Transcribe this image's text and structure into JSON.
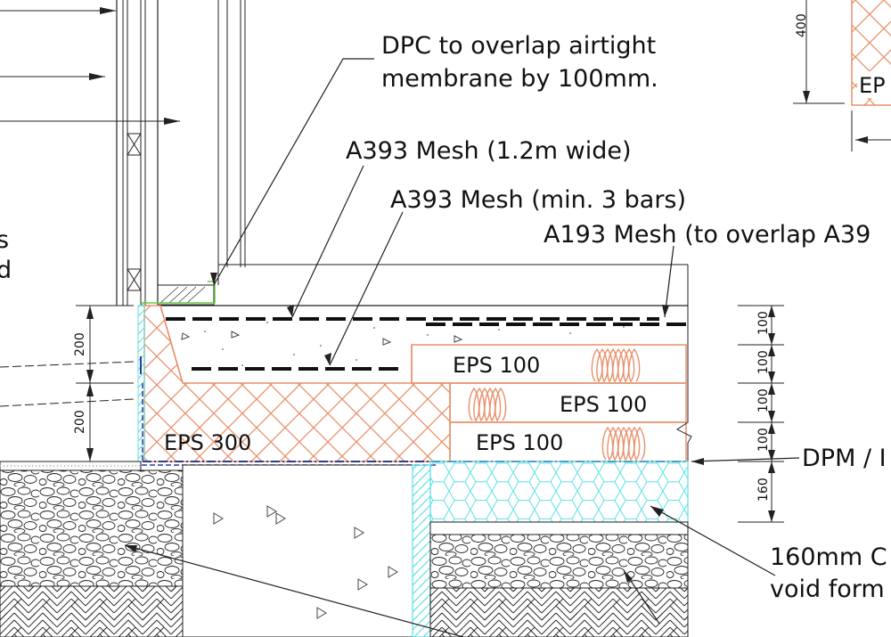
{
  "labels": {
    "dpc_line1": "DPC to overlap airtight",
    "dpc_line2": "membrane by 100mm.",
    "mesh_a393_wide": "A393 Mesh (1.2m wide)",
    "mesh_a393_bars": "A393 Mesh (min. 3 bars)",
    "mesh_a193": "A193 Mesh (to overlap A39",
    "eps_top": "EPS 100",
    "eps_mid": "EPS 100",
    "eps_bottom": "EPS 100",
    "eps_edge": "EPS 300",
    "eps_corner": "EP",
    "dpm": "DPM / I",
    "void_line1": "160mm C",
    "void_line2": "void form",
    "left_fragment1": "s",
    "left_fragment2": "d"
  },
  "dimensions": {
    "left_upper": "200",
    "left_lower": "200",
    "right_1": "100",
    "right_2": "100",
    "right_3": "100",
    "right_4": "100",
    "right_5": "160",
    "top_right": "400"
  },
  "colors": {
    "insulation": "#e8906a",
    "cyan": "#5fe0e6",
    "blue": "#2a3c9a",
    "green": "#66cc44",
    "ink": "#111111"
  }
}
